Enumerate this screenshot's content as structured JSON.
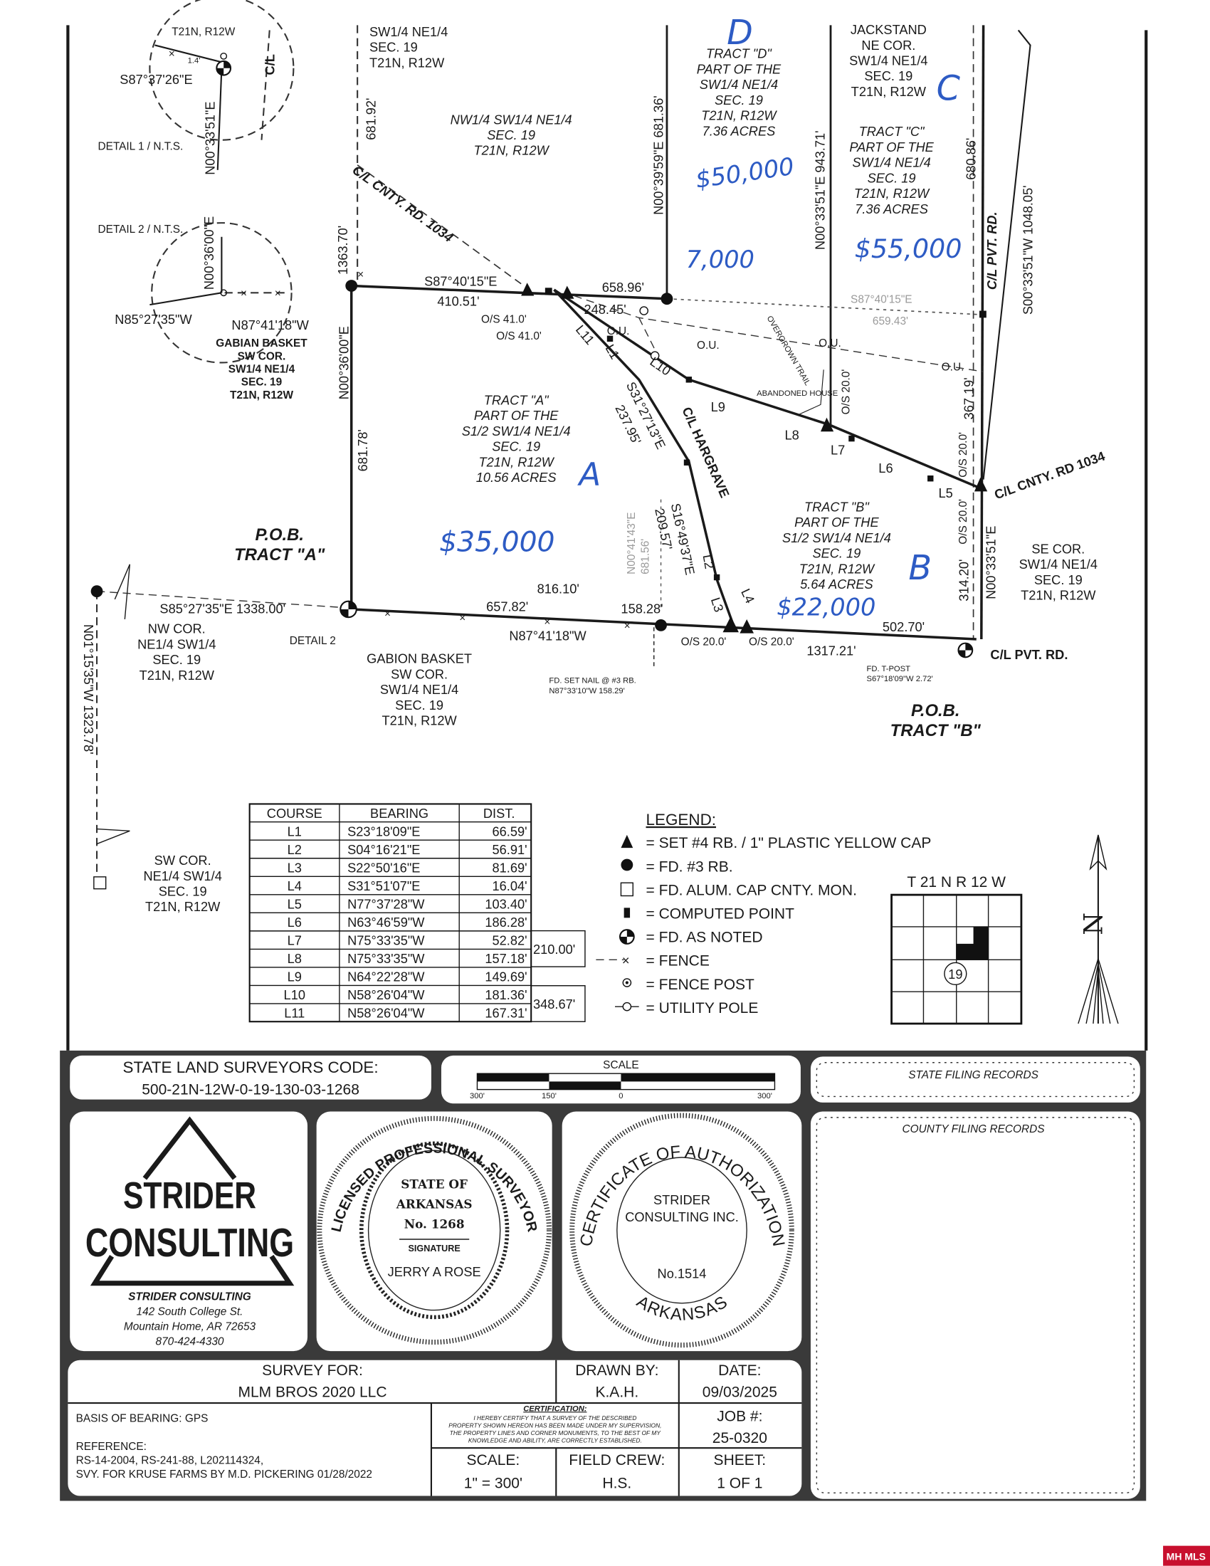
{
  "map": {
    "detail1": {
      "twp": "T21N, R12W",
      "dist": "1.4'",
      "bearing": "S87°37'26\"E",
      "bearing_v": "N00°33'51\"E",
      "cl": "C/L",
      "title": "DETAIL 1 / N.T.S."
    },
    "detail2": {
      "title": "DETAIL 2 / N.T.S.",
      "bearing_v": "N00°36'00\"E",
      "bearing_w": "N85°27'35\"W",
      "bearing_e": "N87°41'18\"W",
      "note": [
        "GABIAN BASKET",
        "SW COR.",
        "SW1/4 NE1/4",
        "SEC. 19",
        "T21N, R12W"
      ]
    },
    "blocks": {
      "sw_ne_top": [
        "SW1/4 NE1/4",
        "SEC. 19",
        "T21N, R12W"
      ],
      "nw_sw_ne": [
        "NW1/4 SW1/4 NE1/4",
        "SEC. 19",
        "T21N, R12W"
      ],
      "tract_d": [
        "TRACT \"D\"",
        "PART OF THE",
        "SW1/4 NE1/4",
        "SEC. 19",
        "T21N, R12W",
        "7.36 ACRES"
      ],
      "jackstand": [
        "JACKSTAND",
        "NE COR.",
        "SW1/4 NE1/4",
        "SEC. 19",
        "T21N, R12W"
      ],
      "tract_c": [
        "TRACT \"C\"",
        "PART OF THE",
        "SW1/4 NE1/4",
        "SEC. 19",
        "T21N, R12W",
        "7.36 ACRES"
      ],
      "tract_a": [
        "TRACT \"A\"",
        "PART OF THE",
        "S1/2 SW1/4 NE1/4",
        "SEC. 19",
        "T21N, R12W",
        "10.56 ACRES"
      ],
      "tract_b": [
        "TRACT \"B\"",
        "PART OF THE",
        "S1/2 SW1/4 NE1/4",
        "SEC. 19",
        "T21N, R12W",
        "5.64 ACRES"
      ],
      "se_cor": [
        "SE COR.",
        "SW1/4 NE1/4",
        "SEC. 19",
        "T21N, R12W"
      ],
      "nw_cor": [
        "NW COR.",
        "NE1/4 SW1/4",
        "SEC. 19",
        "T21N, R12W"
      ],
      "gabion_sw": [
        "GABION BASKET",
        "SW COR.",
        "SW1/4 NE1/4",
        "SEC. 19",
        "T21N, R12W"
      ],
      "sw_cor": [
        "SW COR.",
        "NE1/4 SW1/4",
        "SEC. 19",
        "T21N, R12W"
      ],
      "pob_a": [
        "P.O.B.",
        "TRACT \"A\""
      ],
      "pob_b": [
        "P.O.B.",
        "TRACT \"B\""
      ],
      "fd_nail": [
        "FD. SET NAIL @ #3 RB.",
        "N87°33'10\"W 158.29'"
      ],
      "fd_tpost": [
        "FD. T-POST",
        "S67°18'09\"W 2.72'"
      ]
    },
    "roads": {
      "cnty_rd_north": "C/L CNTY. RD. 1034",
      "hargrave": "C/L HARGRAVE",
      "pvt_rd_north": "C/L PVT. RD.",
      "cnty_rd_east": "C/L CNTY. RD 1034",
      "pvt_rd_south": "C/L PVT. RD."
    },
    "dims": {
      "w_1363": "1363.70'",
      "w_681_92": "681.92'",
      "n_bearing": "S87°40'15\"E",
      "n_410": "410.51'",
      "n_658": "658.96'",
      "n_248": "248.45'",
      "os41_a": "O/S 41.0'",
      "os41_b": "O/S 41.0'",
      "l11": "L11",
      "l1": "L1",
      "l10": "L10",
      "l9": "L9",
      "l8": "L8",
      "l7": "L7",
      "l6": "L6",
      "l5": "L5",
      "l2": "L2",
      "l3": "L3",
      "l4": "L4",
      "harg_b1": "S31°27'13\"E",
      "harg_d1": "237.95'",
      "harg_b2": "S16°49'37\"E",
      "harg_d2": "209.57'",
      "faded_v": "N00°41'43\"E",
      "faded_d": "681.56'",
      "w_bearing": "N00°36'00\"E",
      "w_681_78": "681.78'",
      "nw_line": "S85°27'35\"E   1338.00'",
      "nw_vert": "N01°15'35\"W   1323.78'",
      "s_816": "816.10'",
      "s_657": "657.82'",
      "s_158": "158.28'",
      "s_bearing": "N87°41'18\"W",
      "os20_a": "O/S 20.0'",
      "os20_b": "O/S 20.0'",
      "s_502": "502.70'",
      "s_1317": "1317.21'",
      "detail2_ref": "DETAIL 2",
      "d_vert": "N00°39'59\"E   681.36'",
      "c_vert": "N00°33'51\"E   943.71'",
      "e_680": "680.86'",
      "e_far": "S00°33'51\"W   1048.05'",
      "faded_b": "S87°40'15\"E",
      "faded_659": "659.43'",
      "ou1": "O.U.",
      "ou2": "O.U.",
      "ou3": "O.U.",
      "ou4": "O.U.",
      "os20_c": "O/S 20.0'",
      "os20_d": "O/S 20.0'",
      "os20_e": "O/S 20.0'",
      "e_367": "367.19'",
      "e_314": "314.20'",
      "e_bearing": "N00°33'51\"E",
      "abandoned": "ABANDONED HOUSE",
      "overgrown": "OVERGROWN TRAIL"
    },
    "handwritten": {
      "d": "D",
      "c": "C",
      "price_d": "$50,000",
      "price_extra": "7,000",
      "price_c": "$55,000",
      "a": "A",
      "price_a": "$35,000",
      "b": "B",
      "price_b": "$22,000",
      "color": "#2d5bc4"
    }
  },
  "course_table": {
    "headers": [
      "COURSE",
      "BEARING",
      "DIST."
    ],
    "rows": [
      [
        "L1",
        "S23°18'09\"E",
        "66.59'"
      ],
      [
        "L2",
        "S04°16'21\"E",
        "56.91'"
      ],
      [
        "L3",
        "S22°50'16\"E",
        "81.69'"
      ],
      [
        "L4",
        "S31°51'07\"E",
        "16.04'"
      ],
      [
        "L5",
        "N77°37'28\"W",
        "103.40'"
      ],
      [
        "L6",
        "N63°46'59\"W",
        "186.28'"
      ],
      [
        "L7",
        "N75°33'35\"W",
        "52.82'"
      ],
      [
        "L8",
        "N75°33'35\"W",
        "157.18'"
      ],
      [
        "L9",
        "N64°22'28\"W",
        "149.69'"
      ],
      [
        "L10",
        "N58°26'04\"W",
        "181.36'"
      ],
      [
        "L11",
        "N58°26'04\"W",
        "167.31'"
      ]
    ],
    "combined": {
      "l7_l8": "210.00'",
      "l10_l11": "348.67'"
    }
  },
  "legend": {
    "title": "LEGEND:",
    "items": [
      {
        "icon": "triangle",
        "label": "= SET #4 RB. / 1\" PLASTIC YELLOW CAP"
      },
      {
        "icon": "filled-circle",
        "label": "= FD. #3 RB."
      },
      {
        "icon": "open-square",
        "label": "= FD. ALUM. CAP CNTY. MON."
      },
      {
        "icon": "filled-square",
        "label": "= COMPUTED POINT"
      },
      {
        "icon": "quartered-circle",
        "label": "= FD. AS NOTED"
      },
      {
        "icon": "fence-x",
        "label": "= FENCE"
      },
      {
        "icon": "fence-post",
        "label": "= FENCE POST"
      },
      {
        "icon": "utility-pole",
        "label": "= UTILITY POLE"
      }
    ]
  },
  "township": {
    "label": "T 21 N  R 12 W",
    "section": "19"
  },
  "north_arrow": {
    "label": "N"
  },
  "code_box": {
    "label": "STATE LAND SURVEYORS CODE:",
    "value": "500-21N-12W-0-19-130-03-1268"
  },
  "scale_bar": {
    "title": "SCALE",
    "ticks": [
      "300'",
      "150'",
      "0",
      "300'"
    ]
  },
  "filing": {
    "state": "STATE FILING RECORDS",
    "county": "COUNTY  FILING RECORDS"
  },
  "company": {
    "logo_line1": "STRIDER",
    "logo_line2": "CONSULTING",
    "name": "STRIDER CONSULTING",
    "address1": "142 South College St.",
    "address2": "Mountain Home, AR 72653",
    "phone": "870-424-4330"
  },
  "surveyor_seal": {
    "ring": "LICENSED  PROFESSIONAL  SURVEYOR",
    "state1": "STATE OF",
    "state2": "ARKANSAS",
    "number": "No. 1268",
    "signature_label": "SIGNATURE",
    "name": "JERRY A ROSE"
  },
  "authorization_seal": {
    "ring_top": "CERTIFICATE OF AUTHORIZATION",
    "ring_bottom": "ARKANSAS",
    "company1": "STRIDER",
    "company2": "CONSULTING INC.",
    "number": "No.1514"
  },
  "title_block": {
    "survey_for_label": "SURVEY FOR:",
    "survey_for": "MLM BROS 2020 LLC",
    "drawn_by_label": "DRAWN BY:",
    "drawn_by": "K.A.H.",
    "date_label": "DATE:",
    "date": "09/03/2025",
    "basis": "BASIS OF BEARING:  GPS",
    "reference_label": "REFERENCE:",
    "reference1": "RS-14-2004, RS-241-88, L202114324,",
    "reference2": "SVY. FOR KRUSE FARMS BY M.D. PICKERING  01/28/2022",
    "cert_title": "CERTIFICATION:",
    "cert_lines": [
      "I HEREBY CERTIFY THAT A SURVEY OF THE DESCRIBED",
      "PROPERTY SHOWN HEREON HAS BEEN MADE UNDER MY SUPERVISION,",
      "THE PROPERTY LINES AND CORNER MONUMENTS, TO THE BEST OF MY",
      "KNOWLEDGE AND ABILITY, ARE CORRECTLY ESTABLISHED."
    ],
    "job_label": "JOB #:",
    "job": "25-0320",
    "scale_label": "SCALE:",
    "scale": "1\" = 300'",
    "field_crew_label": "FIELD CREW:",
    "field_crew": "H.S.",
    "sheet_label": "SHEET:",
    "sheet": "1 OF 1"
  },
  "watermark": {
    "text": "MH MLS",
    "color": "#c8102e"
  }
}
